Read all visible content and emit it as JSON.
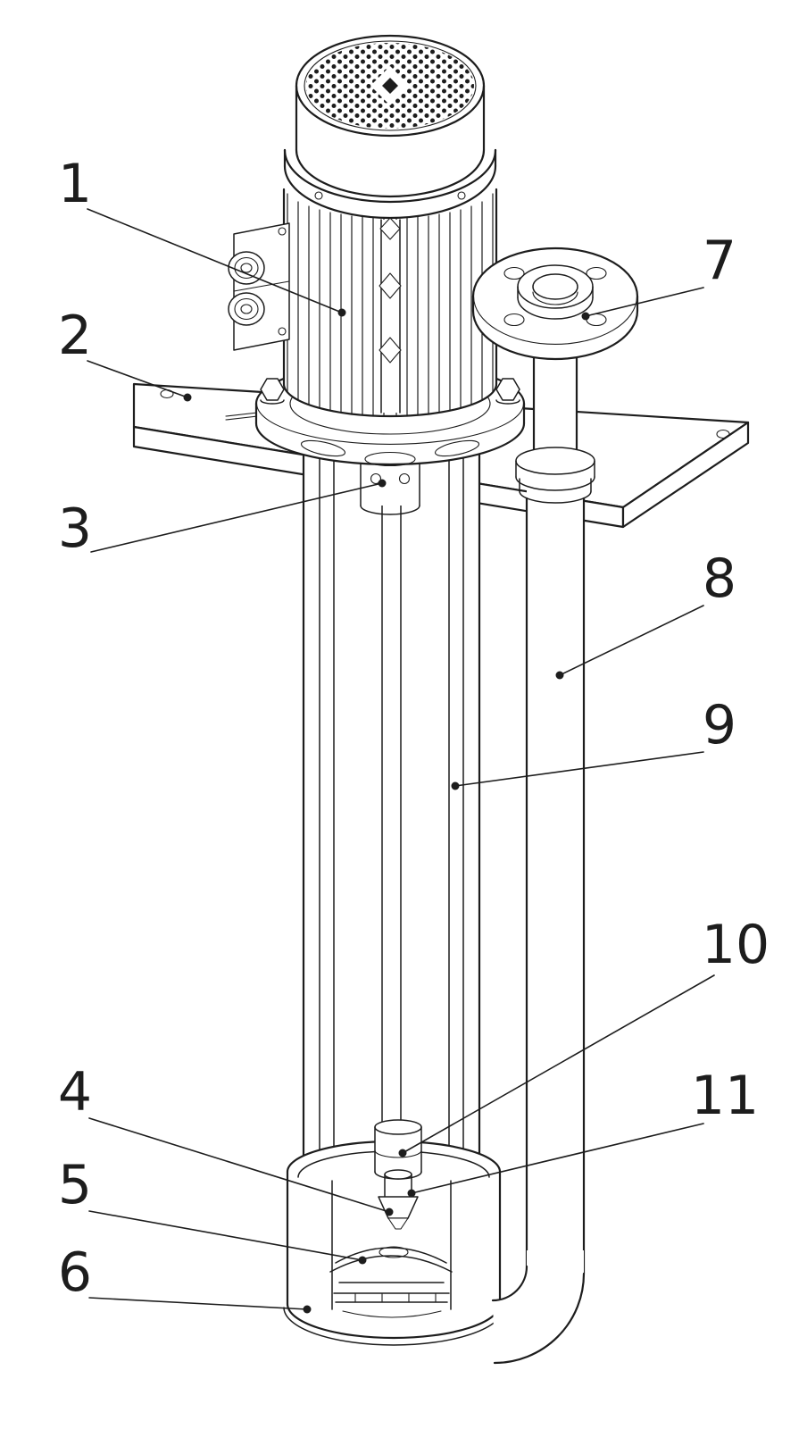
{
  "figure": {
    "background": "#ffffff",
    "line_color": "#1d1d1d"
  },
  "callouts": [
    {
      "label": "1"
    },
    {
      "label": "2"
    },
    {
      "label": "3"
    },
    {
      "label": "4"
    },
    {
      "label": "5"
    },
    {
      "label": "6"
    },
    {
      "label": "7"
    },
    {
      "label": "8"
    },
    {
      "label": "9"
    },
    {
      "label": "10"
    },
    {
      "label": "11"
    }
  ]
}
